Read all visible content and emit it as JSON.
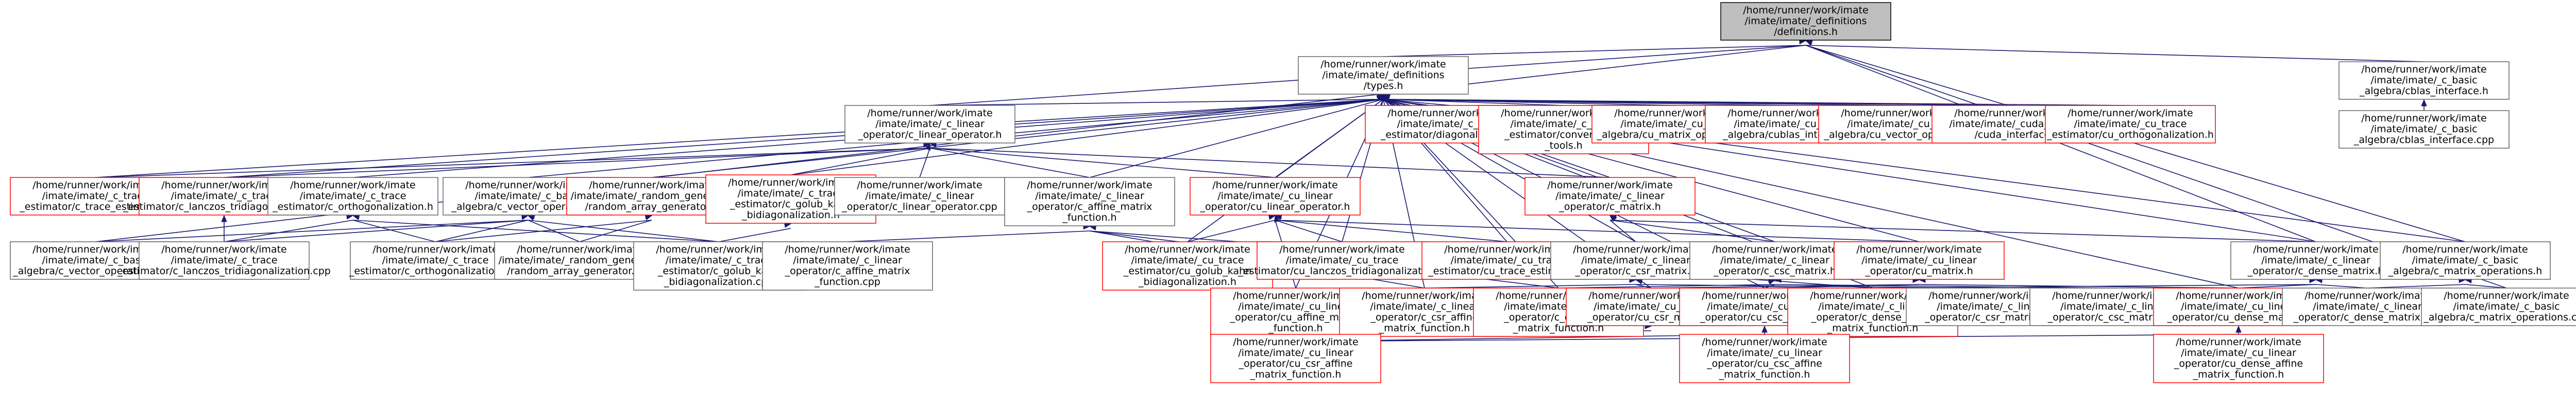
{
  "nodes": [
    {
      "id": "root",
      "lines": [
        "/home/runner/work/imate",
        "/imate/imate/_definitions",
        "/definitions.h"
      ],
      "border": "root"
    },
    {
      "id": "types",
      "lines": [
        "/home/runner/work/imate",
        "/imate/imate/_definitions",
        "/types.h"
      ],
      "border": "gray"
    },
    {
      "id": "blasif",
      "lines": [
        "/home/runner/work/imate",
        "/imate/imate/_c_basic",
        "_algebra/cblas_interface.h"
      ],
      "border": "gray"
    },
    {
      "id": "blascpp",
      "lines": [
        "/home/runner/work/imate",
        "/imate/imate/_c_basic",
        "_algebra/cblas_interface.cpp"
      ],
      "border": "gray"
    },
    {
      "id": "clinop",
      "lines": [
        "/home/runner/work/imate",
        "/imate/imate/_c_linear",
        "_operator/c_linear_operator.h"
      ],
      "border": "gray"
    },
    {
      "id": "diag",
      "lines": [
        "/home/runner/work/imate",
        "/imate/imate/_c_trace",
        "_estimator/diagonalization.h"
      ],
      "border": "red"
    },
    {
      "id": "conv",
      "lines": [
        "/home/runner/work/imate",
        "/imate/imate/_c_trace",
        "_estimator/convergence",
        "_tools.h"
      ],
      "border": "red"
    },
    {
      "id": "cumatops",
      "lines": [
        "/home/runner/work/imate",
        "/imate/imate/_cu_basic",
        "_algebra/cu_matrix_operations.h"
      ],
      "border": "red"
    },
    {
      "id": "cublasif",
      "lines": [
        "/home/runner/work/imate",
        "/imate/imate/_cu_basic",
        "_algebra/cublas_interface.h"
      ],
      "border": "red"
    },
    {
      "id": "cuvecops",
      "lines": [
        "/home/runner/work/imate",
        "/imate/imate/_cu_basic",
        "_algebra/cu_vector_operations.h"
      ],
      "border": "red"
    },
    {
      "id": "cudautil",
      "lines": [
        "/home/runner/work/imate",
        "/imate/imate/_cuda_utilities",
        "/cuda_interface.h"
      ],
      "border": "red"
    },
    {
      "id": "cuortho",
      "lines": [
        "/home/runner/work/imate",
        "/imate/imate/_cu_trace",
        "_estimator/cu_orthogonalization.h"
      ],
      "border": "red"
    },
    {
      "id": "ctraceest",
      "lines": [
        "/home/runner/work/imate",
        "/imate/imate/_c_trace",
        "_estimator/c_trace_estimator.h"
      ],
      "border": "red"
    },
    {
      "id": "lanczos",
      "lines": [
        "/home/runner/work/imate",
        "/imate/imate/_c_trace",
        "_estimator/c_lanczos_tridiagonalization.h"
      ],
      "border": "red"
    },
    {
      "id": "orthoh",
      "lines": [
        "/home/runner/work/imate",
        "/imate/imate/_c_trace",
        "_estimator/c_orthogonalization.h"
      ],
      "border": "gray"
    },
    {
      "id": "cvecops",
      "lines": [
        "/home/runner/work/imate",
        "/imate/imate/_c_basic",
        "_algebra/c_vector_operations.h"
      ],
      "border": "gray"
    },
    {
      "id": "rag",
      "lines": [
        "/home/runner/work/imate",
        "/imate/imate/_random_generator",
        "/random_array_generator.h"
      ],
      "border": "red"
    },
    {
      "id": "golubh",
      "lines": [
        "/home/runner/work/imate",
        "/imate/imate/_c_trace",
        "_estimator/c_golub_kahn",
        "_bidiagonalization.h"
      ],
      "border": "red"
    },
    {
      "id": "clinopcpp",
      "lines": [
        "/home/runner/work/imate",
        "/imate/imate/_c_linear",
        "_operator/c_linear_operator.cpp"
      ],
      "border": "gray"
    },
    {
      "id": "caffh",
      "lines": [
        "/home/runner/work/imate",
        "/imate/imate/_c_linear",
        "_operator/c_affine_matrix",
        "_function.h"
      ],
      "border": "gray"
    },
    {
      "id": "culinoph",
      "lines": [
        "/home/runner/work/imate",
        "/imate/imate/_cu_linear",
        "_operator/cu_linear_operator.h"
      ],
      "border": "red"
    },
    {
      "id": "cmatrixh",
      "lines": [
        "/home/runner/work/imate",
        "/imate/imate/_c_linear",
        "_operator/c_matrix.h"
      ],
      "border": "red"
    },
    {
      "id": "cvecopscpp",
      "lines": [
        "/home/runner/work/imate",
        "/imate/imate/_c_basic",
        "_algebra/c_vector_operations.cpp"
      ],
      "border": "gray"
    },
    {
      "id": "lanczoscpp",
      "lines": [
        "/home/runner/work/imate",
        "/imate/imate/_c_trace",
        "_estimator/c_lanczos_tridiagonalization.cpp"
      ],
      "border": "gray"
    },
    {
      "id": "orthocpp",
      "lines": [
        "/home/runner/work/imate",
        "/imate/imate/_c_trace",
        "_estimator/c_orthogonalization.cpp"
      ],
      "border": "gray"
    },
    {
      "id": "ragcpp",
      "lines": [
        "/home/runner/work/imate",
        "/imate/imate/_random_generator",
        "/random_array_generator.cpp"
      ],
      "border": "gray"
    },
    {
      "id": "golubcpp",
      "lines": [
        "/home/runner/work/imate",
        "/imate/imate/_c_trace",
        "_estimator/c_golub_kahn",
        "_bidiagonalization.cpp"
      ],
      "border": "gray"
    },
    {
      "id": "caffcpp",
      "lines": [
        "/home/runner/work/imate",
        "/imate/imate/_c_linear",
        "_operator/c_affine_matrix",
        "_function.cpp"
      ],
      "border": "gray"
    },
    {
      "id": "cugolub",
      "lines": [
        "/home/runner/work/imate",
        "/imate/imate/_cu_trace",
        "_estimator/cu_golub_kahn",
        "_bidiagonalization.h"
      ],
      "border": "red"
    },
    {
      "id": "culanczos",
      "lines": [
        "/home/runner/work/imate",
        "/imate/imate/_cu_trace",
        "_estimator/cu_lanczos_tridiagonalization.h"
      ],
      "border": "red"
    },
    {
      "id": "cutraceest",
      "lines": [
        "/home/runner/work/imate",
        "/imate/imate/_cu_trace",
        "_estimator/cu_trace_estimator.h"
      ],
      "border": "red"
    },
    {
      "id": "ccsrh",
      "lines": [
        "/home/runner/work/imate",
        "/imate/imate/_c_linear",
        "_operator/c_csr_matrix.h"
      ],
      "border": "gray"
    },
    {
      "id": "ccsch",
      "lines": [
        "/home/runner/work/imate",
        "/imate/imate/_c_linear",
        "_operator/c_csc_matrix.h"
      ],
      "border": "gray"
    },
    {
      "id": "cumatrixh",
      "lines": [
        "/home/runner/work/imate",
        "/imate/imate/_cu_linear",
        "_operator/cu_matrix.h"
      ],
      "border": "red"
    },
    {
      "id": "cdenseh",
      "lines": [
        "/home/runner/work/imate",
        "/imate/imate/_c_linear",
        "_operator/c_dense_matrix.h"
      ],
      "border": "gray"
    },
    {
      "id": "cmatopsh",
      "lines": [
        "/home/runner/work/imate",
        "/imate/imate/_c_basic",
        "_algebra/c_matrix_operations.h"
      ],
      "border": "gray"
    },
    {
      "id": "cuaffh",
      "lines": [
        "/home/runner/work/imate",
        "/imate/imate/_cu_linear",
        "_operator/cu_affine_matrix",
        "_function.h"
      ],
      "border": "red"
    },
    {
      "id": "ccsraff",
      "lines": [
        "/home/runner/work/imate",
        "/imate/imate/_c_linear",
        "_operator/c_csr_affine",
        "_matrix_function.h"
      ],
      "border": "red"
    },
    {
      "id": "ccscaff",
      "lines": [
        "/home/runner/work/imate",
        "/imate/imate/_c_linear",
        "_operator/c_csc_affine",
        "_matrix_function.h"
      ],
      "border": "red"
    },
    {
      "id": "cucsrh",
      "lines": [
        "/home/runner/work/imate",
        "/imate/imate/_cu_linear",
        "_operator/cu_csr_matrix.h"
      ],
      "border": "red"
    },
    {
      "id": "cucsch",
      "lines": [
        "/home/runner/work/imate",
        "/imate/imate/_cu_linear",
        "_operator/cu_csc_matrix.h"
      ],
      "border": "red"
    },
    {
      "id": "cdenseaff",
      "lines": [
        "/home/runner/work/imate",
        "/imate/imate/_c_linear",
        "_operator/c_dense_affine",
        "_matrix_function.h"
      ],
      "border": "red"
    },
    {
      "id": "ccsrcpp",
      "lines": [
        "/home/runner/work/imate",
        "/imate/imate/_c_linear",
        "_operator/c_csr_matrix.cpp"
      ],
      "border": "gray"
    },
    {
      "id": "ccsccpp",
      "lines": [
        "/home/runner/work/imate",
        "/imate/imate/_c_linear",
        "_operator/c_csc_matrix.cpp"
      ],
      "border": "gray"
    },
    {
      "id": "cudenseh",
      "lines": [
        "/home/runner/work/imate",
        "/imate/imate/_cu_linear",
        "_operator/cu_dense_matrix.h"
      ],
      "border": "red"
    },
    {
      "id": "cdensecpp",
      "lines": [
        "/home/runner/work/imate",
        "/imate/imate/_c_linear",
        "_operator/c_dense_matrix.cpp"
      ],
      "border": "gray"
    },
    {
      "id": "cmatopscpp",
      "lines": [
        "/home/runner/work/imate",
        "/imate/imate/_c_basic",
        "_algebra/c_matrix_operations.cpp"
      ],
      "border": "gray"
    },
    {
      "id": "cucsraff",
      "lines": [
        "/home/runner/work/imate",
        "/imate/imate/_cu_linear",
        "_operator/cu_csr_affine",
        "_matrix_function.h"
      ],
      "border": "red"
    },
    {
      "id": "cucscaff",
      "lines": [
        "/home/runner/work/imate",
        "/imate/imate/_cu_linear",
        "_operator/cu_csc_affine",
        "_matrix_function.h"
      ],
      "border": "red"
    },
    {
      "id": "cudenseaff",
      "lines": [
        "/home/runner/work/imate",
        "/imate/imate/_cu_linear",
        "_operator/cu_dense_affine",
        "_matrix_function.h"
      ],
      "border": "red"
    }
  ],
  "edges": [
    [
      "types",
      "root"
    ],
    [
      "blasif",
      "root"
    ],
    [
      "clinop",
      "root"
    ],
    [
      "cdenseh",
      "root"
    ],
    [
      "cmatopsh",
      "root"
    ],
    [
      "cvecopscpp",
      "root"
    ],
    [
      "cmatopscpp",
      "root"
    ],
    [
      "blascpp",
      "blasif"
    ],
    [
      "clinop",
      "types"
    ],
    [
      "diag",
      "types"
    ],
    [
      "conv",
      "types"
    ],
    [
      "cumatops",
      "types"
    ],
    [
      "cublasif",
      "types"
    ],
    [
      "cuvecops",
      "types"
    ],
    [
      "cudautil",
      "types"
    ],
    [
      "cuortho",
      "types"
    ],
    [
      "ctraceest",
      "types"
    ],
    [
      "lanczos",
      "types"
    ],
    [
      "orthoh",
      "types"
    ],
    [
      "cvecops",
      "types"
    ],
    [
      "rag",
      "types"
    ],
    [
      "golubh",
      "types"
    ],
    [
      "caffh",
      "types"
    ],
    [
      "culinoph",
      "types"
    ],
    [
      "cmatrixh",
      "types"
    ],
    [
      "cugolub",
      "types"
    ],
    [
      "culanczos",
      "types"
    ],
    [
      "cutraceest",
      "types"
    ],
    [
      "ccsrh",
      "types"
    ],
    [
      "ccsch",
      "types"
    ],
    [
      "cumatrixh",
      "types"
    ],
    [
      "cdenseh",
      "types"
    ],
    [
      "cmatopsh",
      "types"
    ],
    [
      "cuaffh",
      "types"
    ],
    [
      "ccsraff",
      "types"
    ],
    [
      "ccscaff",
      "types"
    ],
    [
      "cucsrh",
      "types"
    ],
    [
      "cucsch",
      "types"
    ],
    [
      "cdenseaff",
      "types"
    ],
    [
      "cudenseh",
      "types"
    ],
    [
      "ctraceest",
      "clinop"
    ],
    [
      "lanczos",
      "clinop"
    ],
    [
      "golubh",
      "clinop"
    ],
    [
      "clinopcpp",
      "clinop"
    ],
    [
      "caffh",
      "clinop"
    ],
    [
      "culinoph",
      "clinop"
    ],
    [
      "cmatrixh",
      "clinop"
    ],
    [
      "cvecopscpp",
      "cvecops"
    ],
    [
      "orthocpp",
      "cvecops"
    ],
    [
      "lanczoscpp",
      "cvecops"
    ],
    [
      "golubcpp",
      "cvecops"
    ],
    [
      "ragcpp",
      "cvecops"
    ],
    [
      "lanczoscpp",
      "lanczos"
    ],
    [
      "orthocpp",
      "orthoh"
    ],
    [
      "lanczoscpp",
      "orthoh"
    ],
    [
      "golubcpp",
      "orthoh"
    ],
    [
      "ragcpp",
      "rag"
    ],
    [
      "orthocpp",
      "rag"
    ],
    [
      "golubcpp",
      "golubh"
    ],
    [
      "caffcpp",
      "caffh"
    ],
    [
      "ccsraff",
      "caffh"
    ],
    [
      "ccscaff",
      "caffh"
    ],
    [
      "cdenseaff",
      "caffh"
    ],
    [
      "cugolub",
      "culinoph"
    ],
    [
      "culanczos",
      "culinoph"
    ],
    [
      "cutraceest",
      "culinoph"
    ],
    [
      "cuaffh",
      "culinoph"
    ],
    [
      "cumatrixh",
      "culinoph"
    ],
    [
      "ccsrh",
      "cmatrixh"
    ],
    [
      "ccsch",
      "cmatrixh"
    ],
    [
      "cdenseh",
      "cmatrixh"
    ],
    [
      "ccsraff",
      "ccsrh"
    ],
    [
      "ccsrcpp",
      "ccsrh"
    ],
    [
      "cucsrh",
      "ccsrh"
    ],
    [
      "ccscaff",
      "ccsch"
    ],
    [
      "ccsccpp",
      "ccsch"
    ],
    [
      "cucsch",
      "ccsch"
    ],
    [
      "cucsrh",
      "cumatrixh"
    ],
    [
      "cucsch",
      "cumatrixh"
    ],
    [
      "cudenseh",
      "cumatrixh"
    ],
    [
      "cdensecpp",
      "cdenseh"
    ],
    [
      "cdenseaff",
      "cdenseh"
    ],
    [
      "cudenseh",
      "cdenseh"
    ],
    [
      "cmatopscpp",
      "cmatopsh"
    ],
    [
      "cdensecpp",
      "cmatopsh"
    ],
    [
      "cucsraff",
      "cuaffh"
    ],
    [
      "cucscaff",
      "cuaffh"
    ],
    [
      "cudenseaff",
      "cuaffh"
    ],
    [
      "cucsraff",
      "cucsrh"
    ],
    [
      "cucscaff",
      "cucsch"
    ],
    [
      "cudenseaff",
      "cudenseh"
    ]
  ]
}
